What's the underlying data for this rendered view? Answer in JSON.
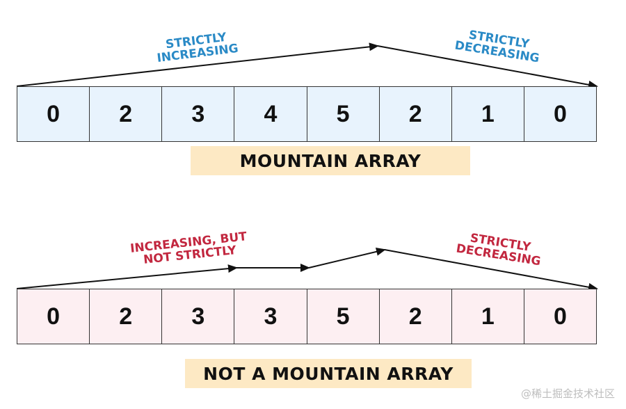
{
  "colors": {
    "mountain_fill": "#e8f3fd",
    "not_mountain_fill": "#fdeff2",
    "caption_fill": "#fde9c4",
    "blue_text": "#2a8ac6",
    "red_text": "#c2273f",
    "arrow": "#111111"
  },
  "top": {
    "values": [
      "0",
      "2",
      "3",
      "4",
      "5",
      "2",
      "1",
      "0"
    ],
    "caption": "MOUNTAIN ARRAY",
    "rise_label": [
      "STRICTLY",
      "INCREASING"
    ],
    "fall_label": [
      "STRICTLY",
      "DECREASING"
    ]
  },
  "bottom": {
    "values": [
      "0",
      "2",
      "3",
      "3",
      "5",
      "2",
      "1",
      "0"
    ],
    "caption": "NOT A MOUNTAIN ARRAY",
    "rise_label": [
      "INCREASING, BUT",
      "NOT STRICTLY"
    ],
    "fall_label": [
      "STRICTLY",
      "DECREASING"
    ]
  },
  "watermark": "@稀土掘金技术社区"
}
